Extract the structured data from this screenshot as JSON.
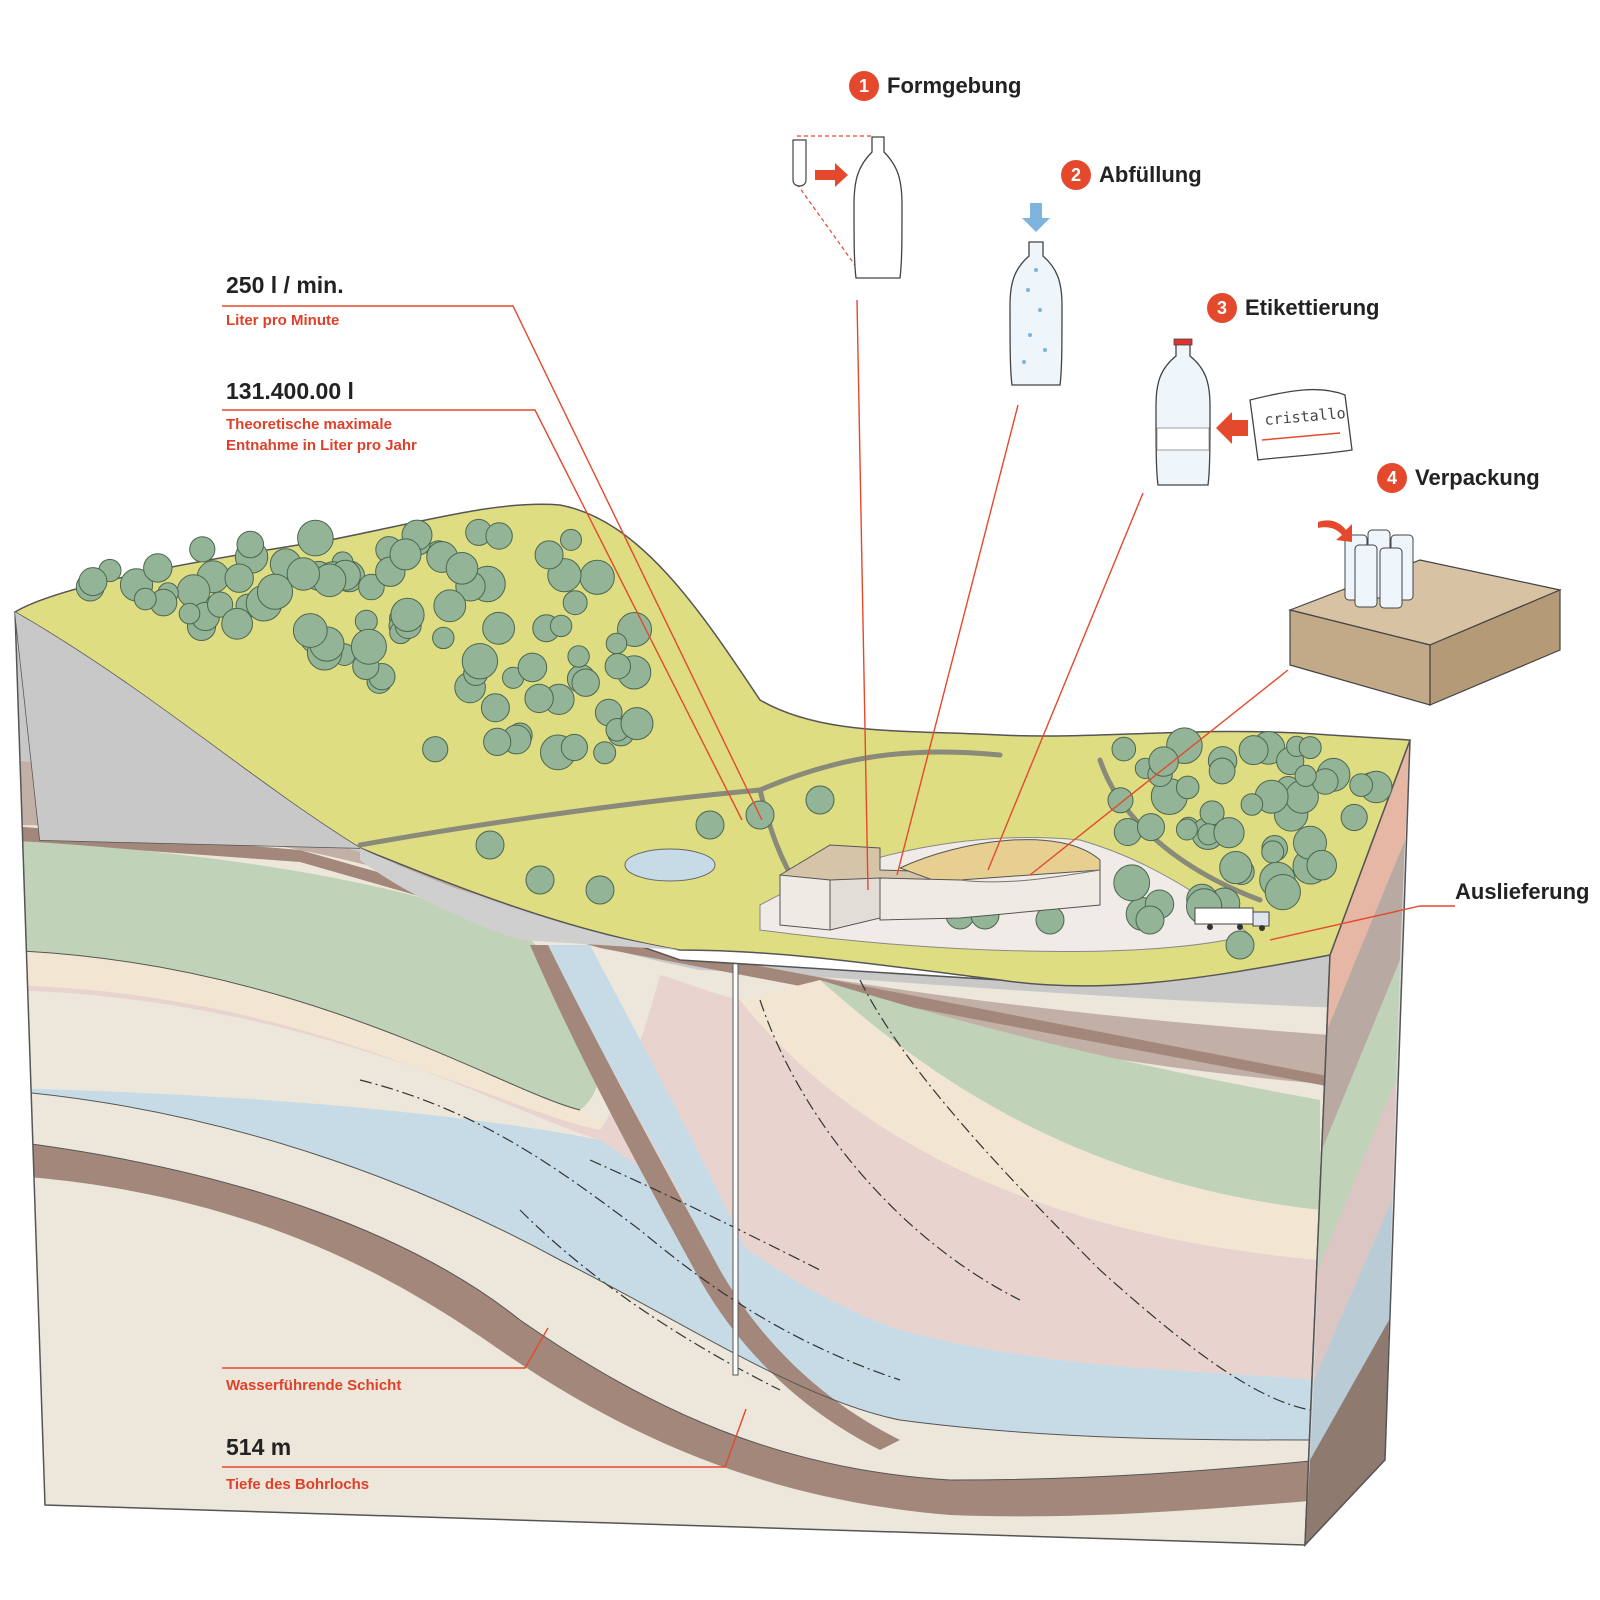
{
  "colors": {
    "accent": "#e4492e",
    "aquifer": "#c7dbe6",
    "meadow": "#dedd82",
    "tree": "#93b496",
    "layer_green": "#c0d2b8",
    "layer_pink": "#e8d3cf",
    "layer_cream": "#f2e6d2",
    "layer_brown": "#a2877a",
    "layer_grey": "#c8c8c8",
    "bedrock": "#ece7da"
  },
  "steps": [
    {
      "number": "1",
      "title": "Formgebung",
      "icon": "preform-to-bottle-icon"
    },
    {
      "number": "2",
      "title": "Abfüllung",
      "icon": "bottle-filling-icon"
    },
    {
      "number": "3",
      "title": "Etikettierung",
      "icon": "bottle-label-icon"
    },
    {
      "number": "4",
      "title": "Verpackung",
      "icon": "pallet-pack-icon"
    }
  ],
  "delivery_label": "Auslieferung",
  "label_brand": "cristallo",
  "stats": {
    "flow_value": "250 l / min.",
    "flow_caption": "Liter pro Minute",
    "annual_value": "131.400.00 l",
    "annual_caption_line1": "Theoretische maximale",
    "annual_caption_line2": "Entnahme in Liter pro Jahr",
    "aquifer_caption": "Wasserführende Schicht",
    "depth_value": "514 m",
    "depth_caption": "Tiefe des Bohrlochs"
  }
}
